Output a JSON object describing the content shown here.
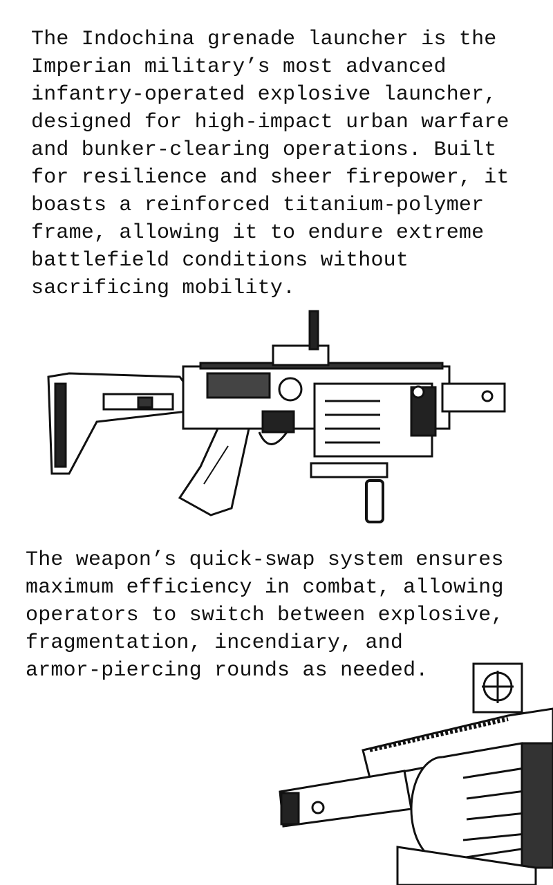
{
  "paragraphs": [
    {
      "lines": [
        "The Indochina grenade launcher is the",
        "Imperian military’s most advanced",
        "infantry-operated explosive launcher,",
        "designed for high-impact urban warfare",
        "and bunker-clearing operations. Built",
        "for resilience and sheer firepower, it",
        "boasts a reinforced titanium-polymer",
        "frame, allowing it to endure extreme",
        "battlefield conditions without",
        "sacrificing mobility."
      ]
    },
    {
      "lines": [
        "The weapon’s quick-swap system ensures",
        "maximum efficiency in combat, allowing",
        "operators to switch between explosive,",
        "fragmentation, incendiary, and",
        "armor-piercing rounds as needed."
      ]
    }
  ],
  "illustrations": [
    {
      "icon": "grenade-launcher-side-view-illustration"
    },
    {
      "icon": "grenade-launcher-closeup-illustration"
    }
  ]
}
